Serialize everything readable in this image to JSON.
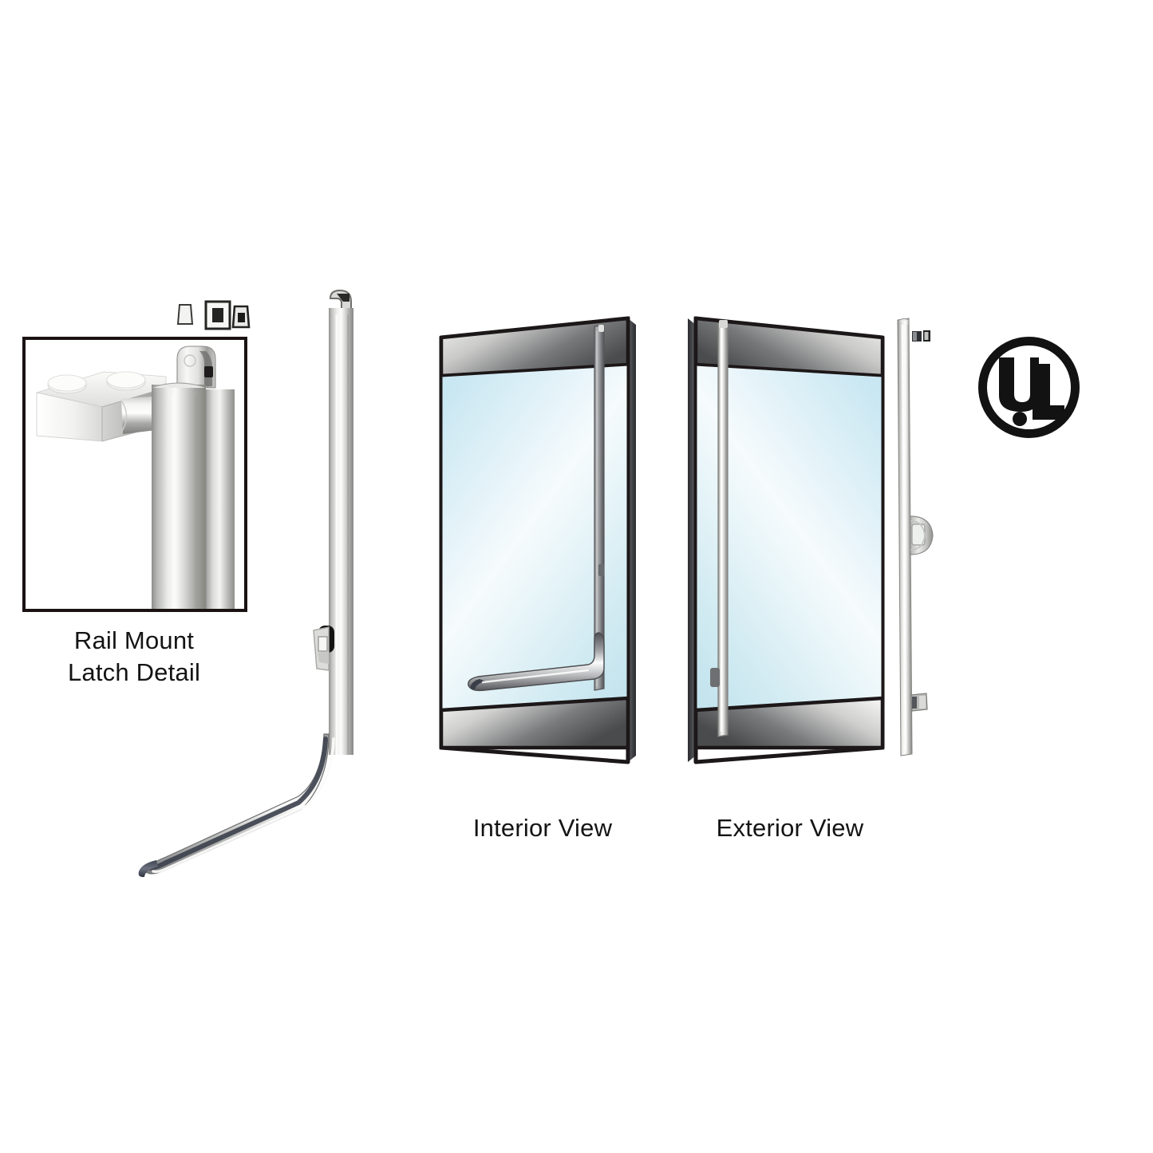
{
  "document": {
    "type": "product-illustration",
    "subject": "Glass door concealed vertical rod exit device",
    "background_color": "#ffffff"
  },
  "detail_inset": {
    "caption_line1": "Rail Mount",
    "caption_line2": "Latch Detail",
    "border_color": "#1a1213",
    "component_name": "rail-mount-latch",
    "parts": [
      "mounting-block",
      "pivot-barrel",
      "clevis-fork",
      "vertical-rod"
    ]
  },
  "rod_assembly": {
    "name": "concealed-vertical-rod",
    "finish": "brushed-stainless",
    "top_fitting": "hook-latch",
    "mid_fitting": "rod-guide-bracket",
    "bottom_shape": "swept-bend"
  },
  "doors": [
    {
      "id": "interior",
      "label": "Interior View",
      "hardware": "push-bar-lever",
      "glass_color": "#d9edf6",
      "rail_top": "top-rail",
      "rail_bottom": "bottom-rail",
      "frame_color": "#1c1718"
    },
    {
      "id": "exterior",
      "label": "Exterior View",
      "hardware": "vertical-pull-handle",
      "glass_color": "#d9edf6",
      "rail_top": "top-rail",
      "rail_bottom": "bottom-rail",
      "frame_color": "#1c1718"
    }
  ],
  "side_profile": {
    "name": "edge-profile-view",
    "fittings": [
      "top-bracket-pair",
      "center-lock-housing",
      "lower-bracket"
    ]
  },
  "certification": {
    "mark": "UL",
    "letter_u": "U",
    "letter_l": "L",
    "color": "#121212"
  },
  "palette": {
    "glass_light": "#eef8fc",
    "glass_mid": "#d6ecf5",
    "glass_deep": "#bfe3ef",
    "rail_dark": "#4a4a4a",
    "rail_light": "#f0f0ef",
    "outline": "#1c1718",
    "metal_light": "#fdfdfc",
    "metal_mid": "#c3c4c2",
    "metal_dark": "#8f908e",
    "text": "#141414"
  }
}
